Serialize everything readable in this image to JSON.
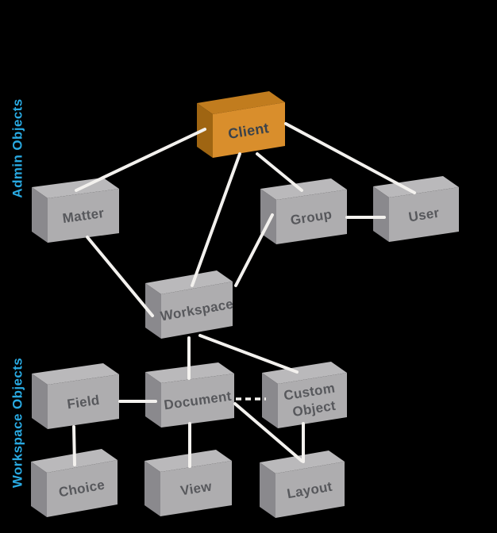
{
  "diagram": {
    "title_hidden": "",
    "background": "#000000",
    "sections": {
      "admin": {
        "label": "Admin Objects",
        "color": "#29a9e1",
        "members": [
          "Client",
          "Matter",
          "Group",
          "User"
        ]
      },
      "workspace": {
        "label": "Workspace Objects",
        "color": "#29a9e1",
        "members": [
          "Workspace",
          "Field",
          "Document",
          "Custom Object",
          "Choice",
          "View",
          "Layout"
        ]
      }
    },
    "nodes": {
      "client": {
        "label": "Client",
        "highlighted": true
      },
      "matter": {
        "label": "Matter",
        "highlighted": false
      },
      "group": {
        "label": "Group",
        "highlighted": false
      },
      "user": {
        "label": "User",
        "highlighted": false
      },
      "workspace": {
        "label": "Workspace",
        "highlighted": false
      },
      "field": {
        "label": "Field",
        "highlighted": false
      },
      "document": {
        "label": "Document",
        "highlighted": false
      },
      "custom_object": {
        "label": "Custom Object",
        "line1": "Custom",
        "line2": "Object",
        "highlighted": false
      },
      "choice": {
        "label": "Choice",
        "highlighted": false
      },
      "view": {
        "label": "View",
        "highlighted": false
      },
      "layout": {
        "label": "Layout",
        "highlighted": false
      }
    },
    "edges": [
      {
        "from": "Matter",
        "to": "Client",
        "style": "solid"
      },
      {
        "from": "Client",
        "to": "Workspace",
        "style": "solid"
      },
      {
        "from": "Client",
        "to": "Group",
        "style": "solid"
      },
      {
        "from": "Client",
        "to": "User",
        "style": "solid"
      },
      {
        "from": "Group",
        "to": "User",
        "style": "solid"
      },
      {
        "from": "Group",
        "to": "Workspace",
        "style": "solid"
      },
      {
        "from": "Matter",
        "to": "Workspace",
        "style": "solid"
      },
      {
        "from": "Workspace",
        "to": "Document",
        "style": "solid"
      },
      {
        "from": "Workspace",
        "to": "Custom Object",
        "style": "solid"
      },
      {
        "from": "Field",
        "to": "Document",
        "style": "solid"
      },
      {
        "from": "Document",
        "to": "Custom Object",
        "style": "dashed"
      },
      {
        "from": "Document",
        "to": "View",
        "style": "solid"
      },
      {
        "from": "Document",
        "to": "Layout",
        "style": "solid"
      },
      {
        "from": "Custom Object",
        "to": "Layout",
        "style": "solid"
      },
      {
        "from": "Field",
        "to": "Choice",
        "style": "solid"
      }
    ],
    "colors": {
      "connector": "#f3f1ee",
      "gray_box": {
        "top": "#bab9bb",
        "left": "#8a898d",
        "front": "#aeadaf",
        "text": "#57585c"
      },
      "orange_box": {
        "top": "#c17c1e",
        "left": "#9f6512",
        "front": "#d98e2c",
        "text": "#3b424a"
      },
      "section_label": "#29a9e1"
    }
  }
}
